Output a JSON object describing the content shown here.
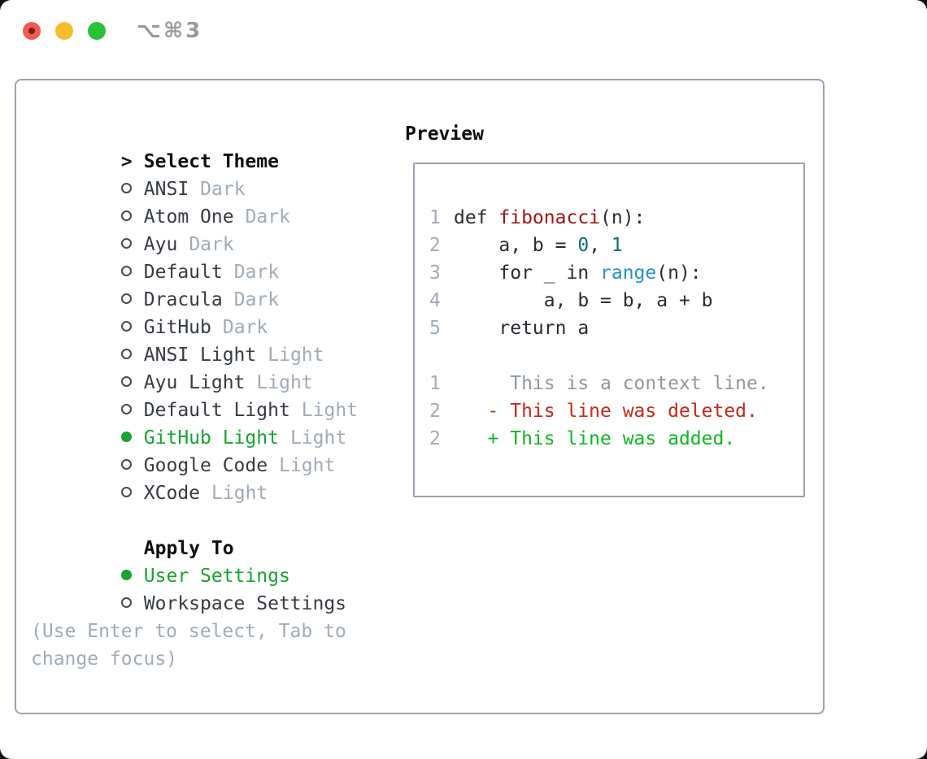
{
  "window": {
    "title": "⌥⌘3"
  },
  "colors": {
    "traffic_red": "#ef5a52",
    "traffic_yellow": "#f8bc2f",
    "traffic_green": "#2bc235",
    "panel_border": "#99a3b1",
    "selection_green": "#17a431",
    "muted_gray": "#a0abb6",
    "syntax_function": "#a31515",
    "syntax_number": "#0b6e78",
    "syntax_builtin": "#2191cc",
    "diff_context": "#8d97a1",
    "diff_deleted": "#c5291a",
    "diff_added": "#0cba1e"
  },
  "theme_list": {
    "prompt": ">",
    "title": "Select Theme",
    "items": [
      {
        "name": "ANSI",
        "variant": "Dark",
        "selected": false
      },
      {
        "name": "Atom One",
        "variant": "Dark",
        "selected": false
      },
      {
        "name": "Ayu",
        "variant": "Dark",
        "selected": false
      },
      {
        "name": "Default",
        "variant": "Dark",
        "selected": false
      },
      {
        "name": "Dracula",
        "variant": "Dark",
        "selected": false
      },
      {
        "name": "GitHub",
        "variant": "Dark",
        "selected": false
      },
      {
        "name": "ANSI Light",
        "variant": "Light",
        "selected": false
      },
      {
        "name": "Ayu Light",
        "variant": "Light",
        "selected": false
      },
      {
        "name": "Default Light",
        "variant": "Light",
        "selected": false
      },
      {
        "name": "GitHub Light",
        "variant": "Light",
        "selected": true
      },
      {
        "name": "Google Code",
        "variant": "Light",
        "selected": false
      },
      {
        "name": "XCode",
        "variant": "Light",
        "selected": false
      }
    ]
  },
  "apply_to": {
    "title": "Apply To",
    "options": [
      {
        "label": "User Settings",
        "selected": true
      },
      {
        "label": "Workspace Settings",
        "selected": false
      }
    ]
  },
  "help_lines": [
    "(Use Enter to select, Tab to",
    "change focus)"
  ],
  "preview": {
    "title": "Preview",
    "code_lines": [
      {
        "num": "1",
        "tokens": [
          {
            "text": "def "
          },
          {
            "text": "fibonacci"
          },
          {
            "text": "(n):"
          }
        ]
      },
      {
        "num": "2",
        "tokens": [
          {
            "text": "    a, b = "
          },
          {
            "text": "0"
          },
          {
            "text": ", "
          },
          {
            "text": "1"
          }
        ]
      },
      {
        "num": "3",
        "tokens": [
          {
            "text": "    for _ in "
          },
          {
            "text": "range"
          },
          {
            "text": "(n):"
          }
        ]
      },
      {
        "num": "4",
        "tokens": [
          {
            "text": "        a, b = b, a + b"
          }
        ]
      },
      {
        "num": "5",
        "tokens": [
          {
            "text": "    return a"
          }
        ]
      }
    ],
    "diff_lines": [
      {
        "num": "1",
        "kind": "context",
        "text": "     This is a context line."
      },
      {
        "num": "2",
        "kind": "deleted",
        "text": "   - This line was deleted."
      },
      {
        "num": "2",
        "kind": "added",
        "text": "   + This line was added."
      }
    ]
  }
}
